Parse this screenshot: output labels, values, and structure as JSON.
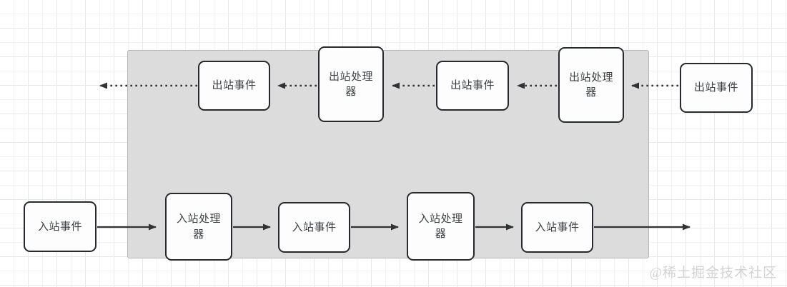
{
  "diagram": {
    "title_text": "",
    "background": {
      "grid_minor_color": "#f4f2f2",
      "grid_major_color": "#e8e8e8",
      "canvas_color": "#ffffff"
    },
    "pipeline_container": {
      "label": "",
      "fill_color": "#dcdcdc",
      "border_color": "#b6b6b6"
    },
    "node_style": {
      "fill_color": "#fdfdfd",
      "border_color": "#26292d",
      "text_color": "#3a3d42"
    },
    "outbound_row": {
      "direction": "right-to-left",
      "line_style": "dotted",
      "nodes": [
        {
          "label": "出站事件",
          "kind": "event",
          "inside_pipeline": false
        },
        {
          "label": "出站处理\n器",
          "kind": "handler",
          "inside_pipeline": true
        },
        {
          "label": "出站事件",
          "kind": "event",
          "inside_pipeline": true
        },
        {
          "label": "出站处理\n器",
          "kind": "handler",
          "inside_pipeline": true
        },
        {
          "label": "出站事件",
          "kind": "event",
          "inside_pipeline": true
        }
      ]
    },
    "inbound_row": {
      "direction": "left-to-right",
      "line_style": "solid",
      "nodes": [
        {
          "label": "入站事件",
          "kind": "event",
          "inside_pipeline": false
        },
        {
          "label": "入站处理\n器",
          "kind": "handler",
          "inside_pipeline": true
        },
        {
          "label": "入站事件",
          "kind": "event",
          "inside_pipeline": true
        },
        {
          "label": "入站处理\n器",
          "kind": "handler",
          "inside_pipeline": true
        },
        {
          "label": "入站事件",
          "kind": "event",
          "inside_pipeline": true
        }
      ]
    },
    "nodes": {
      "outbound_event_4": "出站事件",
      "outbound_handler_2": "出站处理器",
      "outbound_event_3": "出站事件",
      "outbound_handler_1": "出站处理器",
      "outbound_event_2": "出站事件",
      "inbound_event_1": "入站事件",
      "inbound_handler_1": "入站处理器",
      "inbound_event_2": "入站事件",
      "inbound_handler_2": "入站处理器",
      "inbound_event_3": "入站事件"
    },
    "node_lines": {
      "handler_line_1": "出站处理",
      "handler_line_2": "器",
      "inbound_handler_line_1": "入站处理",
      "inbound_handler_line_2": "器"
    },
    "watermark": "@稀土掘金技术社区"
  }
}
